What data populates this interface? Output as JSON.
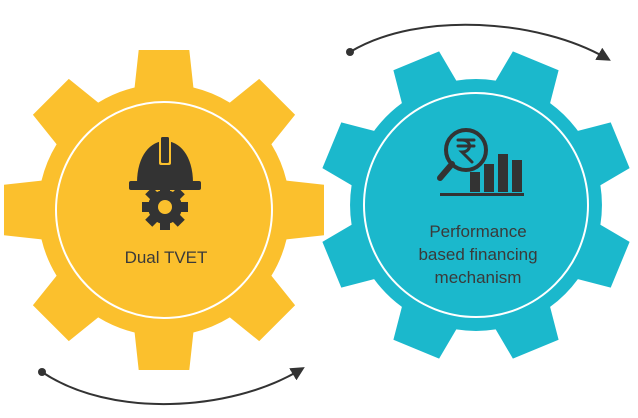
{
  "gears": [
    {
      "label_lines": [
        "Dual TVET"
      ],
      "color": "#FBC02D",
      "icon": "hard-hat-gear-icon"
    },
    {
      "label_lines": [
        "Performance",
        "based financing",
        "mechanism"
      ],
      "color": "#1BB8CC",
      "icon": "rupee-magnifier-bar-chart-icon"
    }
  ],
  "colors": {
    "ring": "#ffffff",
    "icon": "#333333",
    "arrow": "#333333",
    "text": "#3a3a3a"
  }
}
